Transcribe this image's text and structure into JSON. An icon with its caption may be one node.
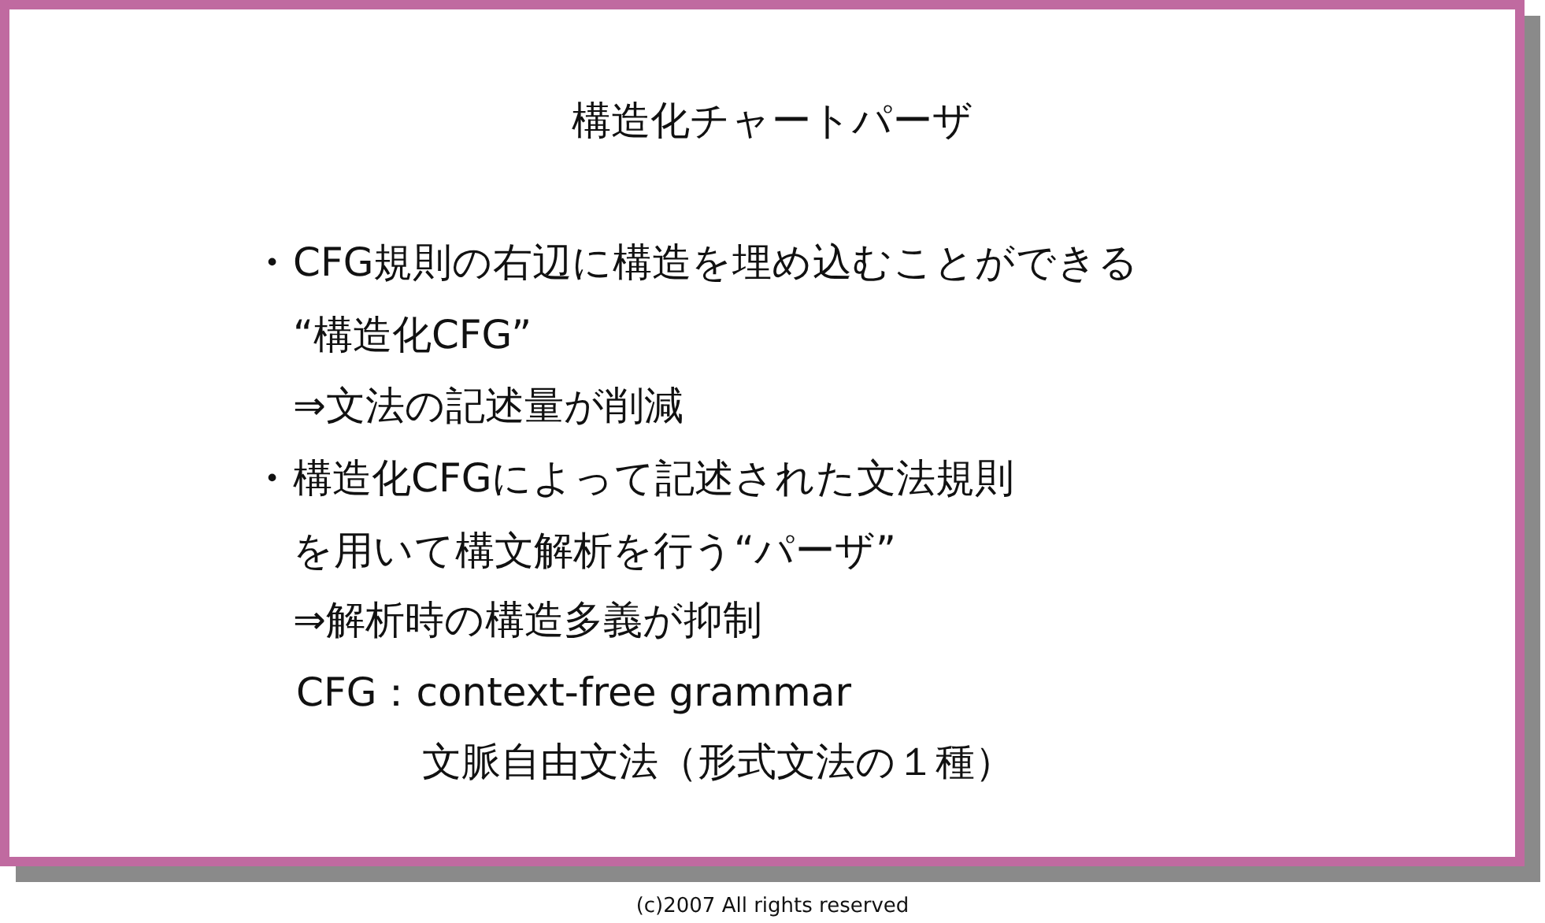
{
  "diagram": {
    "title": "構造化チャートパーザ",
    "labels": [
      "・",
      "CFG規則の右辺に構造を埋め込むことができる",
      "“構造化CFG”",
      "⇒文法の記述量が削減",
      "・",
      "構造化CFGによって記述された文法規則",
      "を用いて構文解析を行う“パーザ”",
      "⇒解析時の構造多義が抑制",
      "CFG：context-free grammar",
      "文脈自由文法（形式文法の１種）",
      "(c)2007 All rights reserved"
    ]
  }
}
